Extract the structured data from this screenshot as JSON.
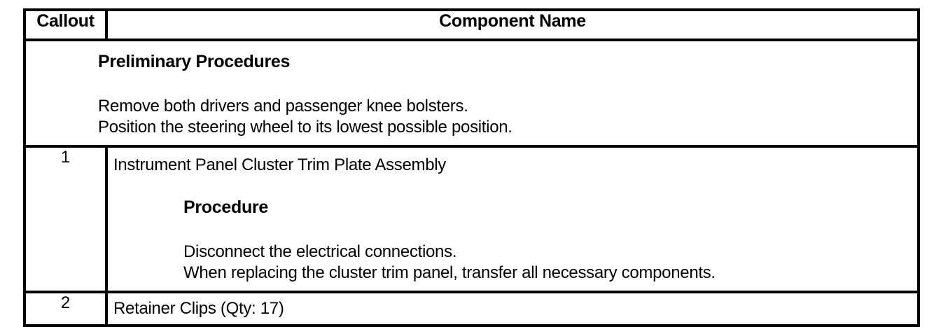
{
  "table": {
    "headers": {
      "callout": "Callout",
      "component_name": "Component Name"
    },
    "rows": [
      {
        "type": "preliminary",
        "callout": "",
        "heading": "Preliminary Procedures",
        "lines": [
          "Remove both drivers and passenger knee bolsters.",
          "Position the steering wheel to its lowest possible position."
        ]
      },
      {
        "type": "component",
        "callout": "1",
        "title": "Instrument Panel Cluster Trim Plate Assembly",
        "heading": "Procedure",
        "lines": [
          "Disconnect the electrical connections.",
          "When replacing the cluster trim panel, transfer all necessary components."
        ]
      },
      {
        "type": "component",
        "callout": "2",
        "title": "Retainer Clips (Qty: 17)",
        "heading": "",
        "lines": []
      }
    ]
  },
  "style": {
    "border_color": "#000000",
    "background_color": "#ffffff",
    "text_color": "#000000"
  }
}
